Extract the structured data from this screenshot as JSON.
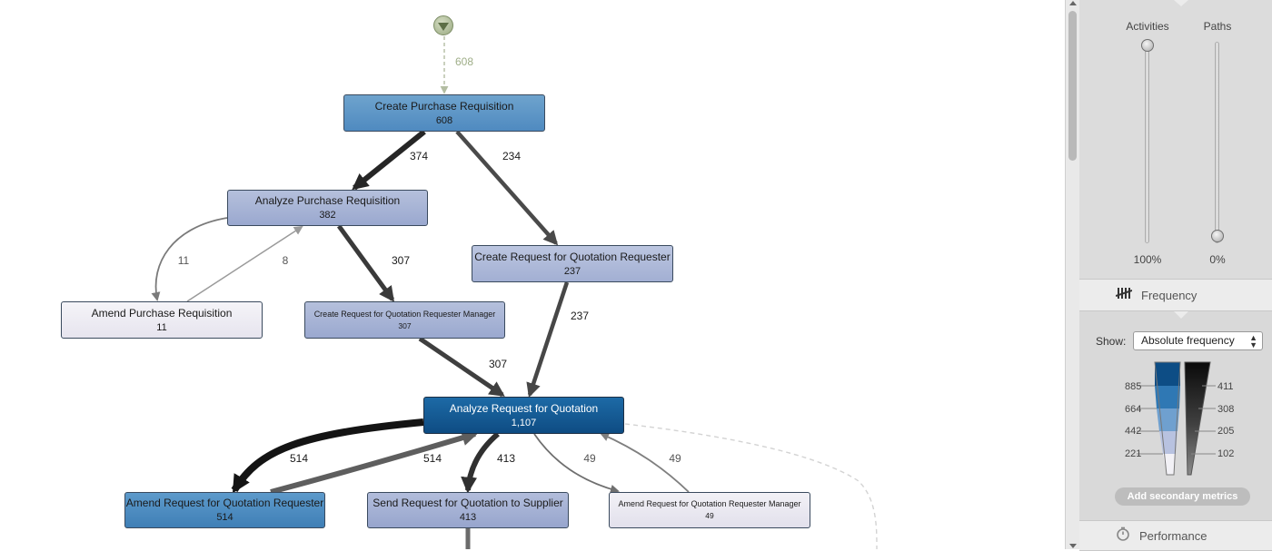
{
  "process_map": {
    "start_count": "608",
    "nodes": [
      {
        "id": "create-purchase-requisition",
        "label": "Create Purchase Requisition",
        "count": "608"
      },
      {
        "id": "analyze-purchase-requisition",
        "label": "Analyze Purchase Requisition",
        "count": "382"
      },
      {
        "id": "create-rfq-requester",
        "label": "Create Request for Quotation Requester",
        "count": "237"
      },
      {
        "id": "amend-purchase-requisition",
        "label": "Amend Purchase Requisition",
        "count": "11"
      },
      {
        "id": "create-rfq-requester-manager",
        "label": "Create Request for Quotation Requester Manager",
        "count": "307"
      },
      {
        "id": "analyze-rfq",
        "label": "Analyze Request for Quotation",
        "count": "1,107"
      },
      {
        "id": "amend-rfq-requester",
        "label": "Amend Request for Quotation Requester",
        "count": "514"
      },
      {
        "id": "send-rfq-supplier",
        "label": "Send Request for Quotation to Supplier",
        "count": "413"
      },
      {
        "id": "amend-rfq-requester-manager",
        "label": "Amend Request for Quotation Requester Manager",
        "count": "49"
      }
    ],
    "edge_labels": [
      "374",
      "234",
      "11",
      "8",
      "307",
      "237",
      "307",
      "514",
      "514",
      "413",
      "49",
      "49"
    ]
  },
  "colors": {
    "node_darkest": "#0f4f86",
    "node_mid": "#4f8fc0",
    "node_light": "#9eaacd",
    "node_pale": "#eceaf2",
    "start_node": "#b8c4a0"
  },
  "panel": {
    "sliders": {
      "activities": {
        "label": "Activities",
        "value": "100%",
        "level": 1.0
      },
      "paths": {
        "label": "Paths",
        "value": "0%",
        "level": 0.0
      }
    },
    "frequency_tab": {
      "label": "Frequency",
      "icon": "tally-icon"
    },
    "show": {
      "label": "Show:",
      "selected": "Absolute frequency"
    },
    "scale_activities": [
      "885",
      "664",
      "442",
      "221"
    ],
    "scale_paths": [
      "411",
      "308",
      "205",
      "102"
    ],
    "add_metrics_button": "Add secondary metrics",
    "performance_tab": {
      "label": "Performance",
      "icon": "stopwatch-icon"
    }
  }
}
